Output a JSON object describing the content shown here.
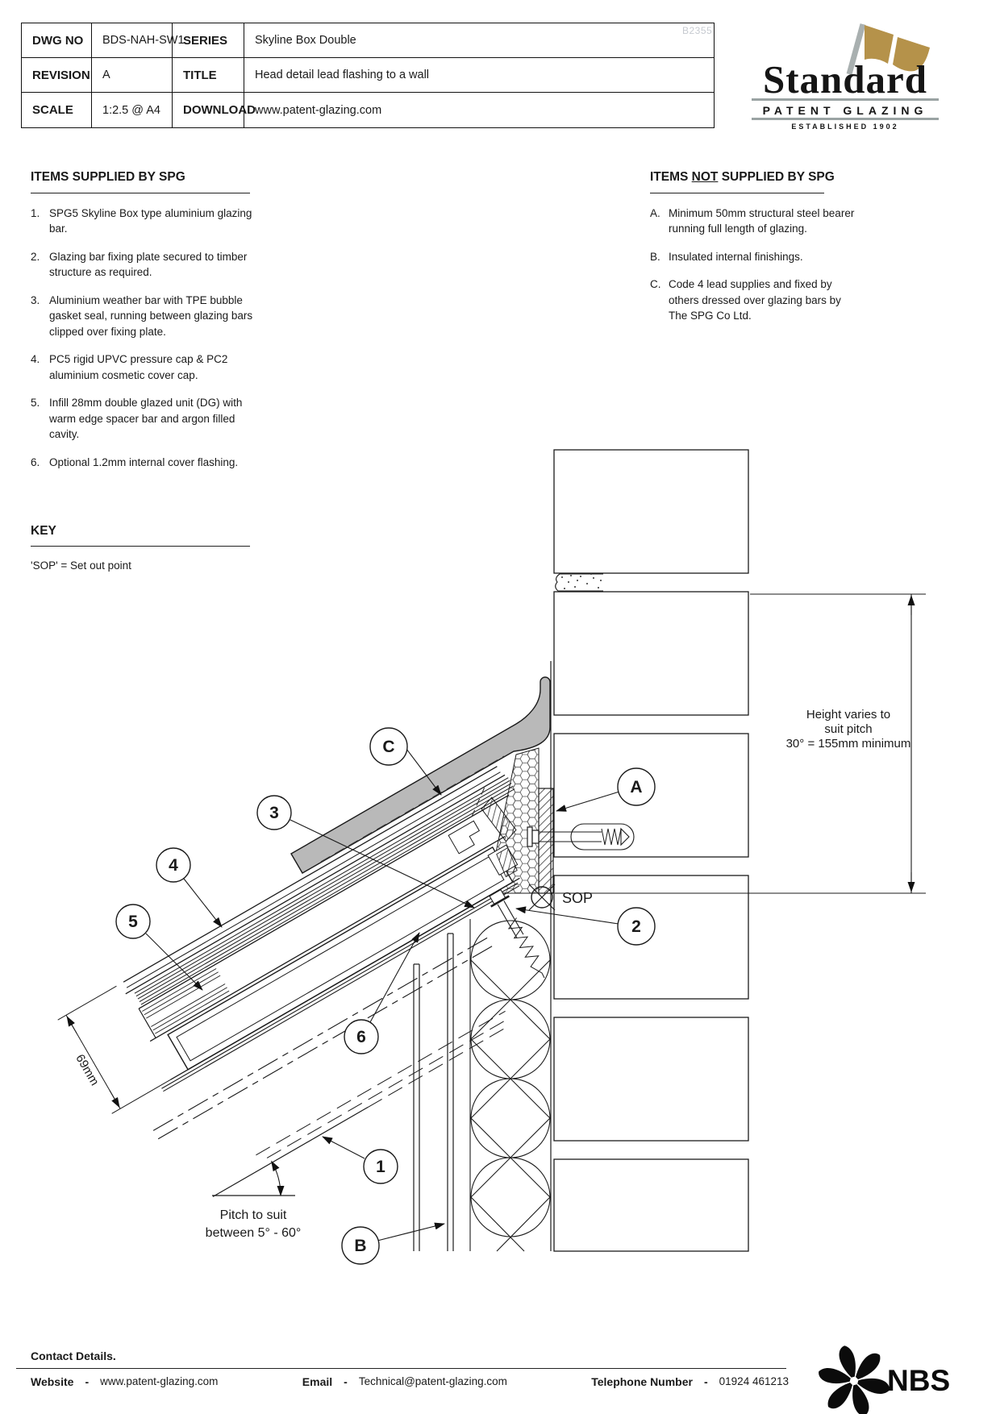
{
  "meta_table": {
    "watermark": "B2355",
    "rows": [
      {
        "label": "DWG NO",
        "value": "BDS-NAH-SW1",
        "label2": "SERIES",
        "value2": "Skyline Box Double"
      },
      {
        "label": "REVISION",
        "value": "A",
        "label2": "TITLE",
        "value2": "Head detail lead flashing to a wall"
      },
      {
        "label": "SCALE",
        "value": "1:2.5 @ A4",
        "label2": "DOWNLOAD",
        "value2": "www.patent-glazing.com"
      }
    ]
  },
  "logo": {
    "name": "Standard",
    "subtitle": "PATENT GLAZING",
    "established": "ESTABLISHED 1902",
    "flag_color": "#b5924a",
    "pole_color": "#a9b0b0"
  },
  "supplied": {
    "heading": "ITEMS SUPPLIED BY SPG",
    "markers": [
      "1.",
      "2.",
      "3.",
      "4.",
      "5.",
      "6."
    ],
    "items": [
      "SPG5 Skyline Box type aluminium glazing bar.",
      "Glazing bar fixing plate secured to timber structure as required.",
      "Aluminium weather bar with TPE bubble gasket seal, running between glazing bars clipped over fixing plate.",
      "PC5 rigid UPVC pressure cap & PC2 aluminium cosmetic cover cap.",
      "Infill 28mm double glazed unit (DG) with warm edge spacer bar and argon filled cavity.",
      "Optional 1.2mm internal cover flashing."
    ]
  },
  "not_supplied": {
    "heading_pre": "ITEMS ",
    "heading_not": "NOT",
    "heading_post": " SUPPLIED BY SPG",
    "markers": [
      "A.",
      "B.",
      "C."
    ],
    "items": [
      "Minimum 50mm structural steel bearer running full length of glazing.",
      "Insulated internal finishings.",
      "Code 4 lead supplies and fixed by others dressed over glazing bars by The SPG Co Ltd."
    ]
  },
  "key": {
    "heading": "KEY",
    "entry": "'SOP' = Set out point"
  },
  "drawing": {
    "balloons": [
      "C",
      "3",
      "4",
      "5",
      "6",
      "1",
      "2",
      "A",
      "B"
    ],
    "sop_label": "SOP",
    "height_note": [
      "Height varies to",
      "suit pitch",
      "30° = 155mm minimum"
    ],
    "pitch_note": [
      "Pitch to suit",
      "between 5° - 60°"
    ],
    "depth_label": "69mm"
  },
  "footer": {
    "heading": "Contact Details.",
    "sep": "-",
    "website_label": "Website",
    "website": "www.patent-glazing.com",
    "email_label": "Email",
    "email": "Technical@patent-glazing.com",
    "phone_label": "Telephone Number",
    "phone": "01924 461213"
  },
  "nbs": {
    "label": "NBS"
  }
}
